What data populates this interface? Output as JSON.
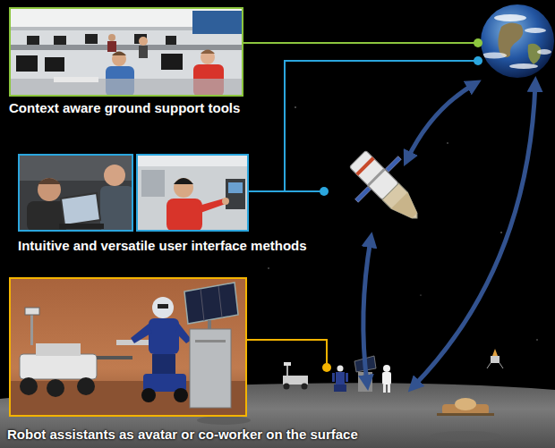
{
  "diagram": {
    "nodes": [
      {
        "text": [
          "Context aware ground support tools"
        ]
      },
      {
        "text": [
          "Intuitive and versatile user interface methods"
        ]
      },
      {
        "text": [
          "Robot assistants as avatar or co-worker on the surface"
        ]
      }
    ]
  }
}
